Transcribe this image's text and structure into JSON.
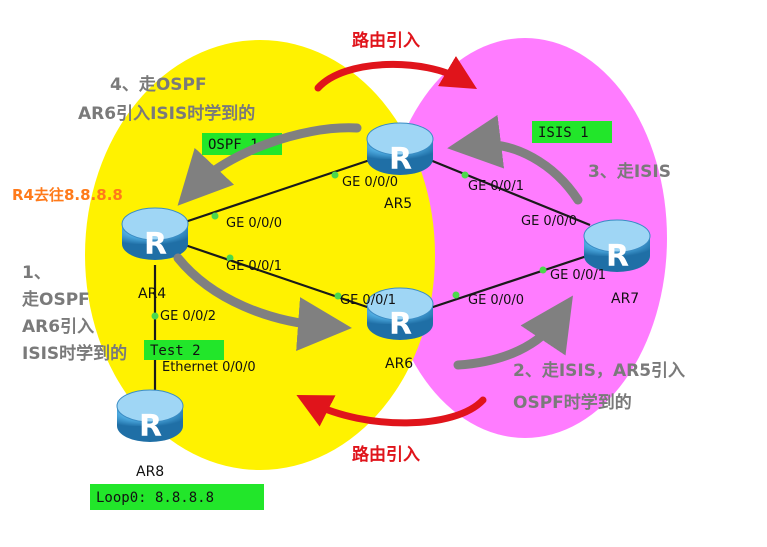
{
  "routers": {
    "ar4": "AR4",
    "ar5": "AR5",
    "ar6": "AR6",
    "ar7": "AR7",
    "ar8": "AR8",
    "glyph": "R"
  },
  "areas": {
    "ospf": "OSPF 1",
    "isis": "ISIS 1",
    "test": "Test 2",
    "loop": "Loop0: 8.8.8.8"
  },
  "ports": {
    "ar5_ge000": "GE 0/0/0",
    "ar5_ge001": "GE 0/0/1",
    "ar4_ge000": "GE 0/0/0",
    "ar4_ge001": "GE 0/0/1",
    "ar4_ge002": "GE 0/0/2",
    "ar6_ge001": "GE 0/0/1",
    "ar6_ge000": "GE 0/0/0",
    "ar7_ge000": "GE 0/0/0",
    "ar7_ge001": "GE 0/0/1",
    "ar8_eth": "Ethernet 0/0/0"
  },
  "notes": {
    "route_import_top": "路由引入",
    "route_import_bottom": "路由引入",
    "r4_to": "R4去往8.8.8.8",
    "step4_line1": "4、走OSPF",
    "step4_line2": "AR6引入ISIS时学到的",
    "step3": "3、走ISIS",
    "step2_line1": "2、走ISIS，AR5引入",
    "step2_line2": "OSPF时学到的",
    "step1_line1": "1、",
    "step1_line2": "走OSPF",
    "step1_line3": "AR6引入",
    "step1_line4": "ISIS时学到的"
  },
  "colors": {
    "ospf_area": "#fff200",
    "isis_area": "#ff7cff",
    "tag_green": "#22e62a",
    "router_blue": "#4aa7dd",
    "arrow_gray": "#808080",
    "arrow_red": "#e0141b",
    "note_orange": "#ff7a1a"
  }
}
